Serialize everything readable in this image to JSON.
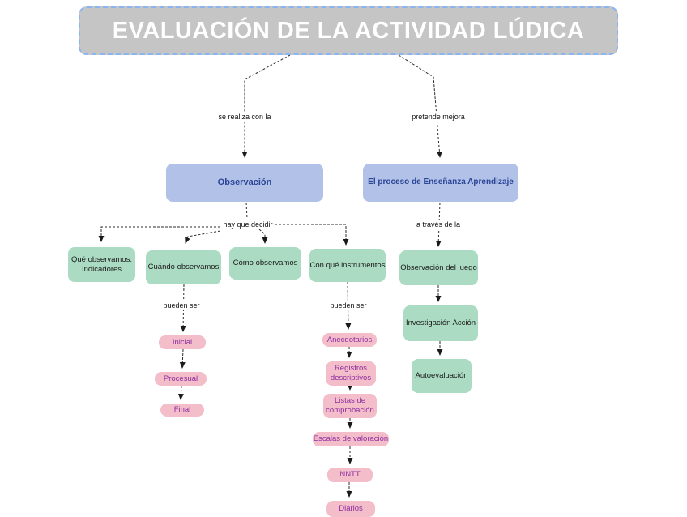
{
  "title": {
    "label": "EVALUACIÓN DE LA ACTIVIDAD LÚDICA"
  },
  "nodes": {
    "observacion": {
      "label": "Observación"
    },
    "proceso": {
      "label": "El proceso de Enseñanza Aprendizaje"
    },
    "que_observamos": {
      "label": "Qué observamos: Indicadores"
    },
    "cuando_observamos": {
      "label": "Cuándo observamos"
    },
    "como_observamos": {
      "label": "Cómo observamos"
    },
    "con_que_instrumentos": {
      "label": "Con qué instrumentos"
    },
    "observacion_del_juego": {
      "label": "Observación del juego"
    },
    "investigacion_accion": {
      "label": "Investigación Acción"
    },
    "autoevaluacion": {
      "label": "Autoevaluación"
    },
    "inicial": {
      "label": "Inicial"
    },
    "procesual": {
      "label": "Procesual"
    },
    "final": {
      "label": "Final"
    },
    "anecdotarios": {
      "label": "Anecdotarios"
    },
    "registros_descriptivos": {
      "label": "Registros descriptivos"
    },
    "listas_comprobacion": {
      "label": "Listas de comprobación"
    },
    "escalas_valoracion": {
      "label": "Escalas de valoración"
    },
    "nntt": {
      "label": "NNTT"
    },
    "diarios": {
      "label": "Diarios"
    }
  },
  "edge_labels": {
    "se_realiza": "se realiza con la",
    "pretende": "pretende mejora",
    "hay_que_decidir": "hay que decidir",
    "a_traves": "a través de la",
    "pueden_ser_1": "pueden ser",
    "pueden_ser_2": "pueden ser"
  },
  "colors": {
    "title_fill": "#c5c5c5",
    "title_border": "#8ab5f4",
    "title_text": "#ffffff",
    "blue_fill": "#b1c1e8",
    "blue_text": "#2c4596",
    "green_fill": "#abdcc3",
    "green_text": "#1a1a1a",
    "pink_fill": "#f3bdca",
    "pink_text": "#8e2f9f",
    "edge": "#2b2b2b"
  }
}
